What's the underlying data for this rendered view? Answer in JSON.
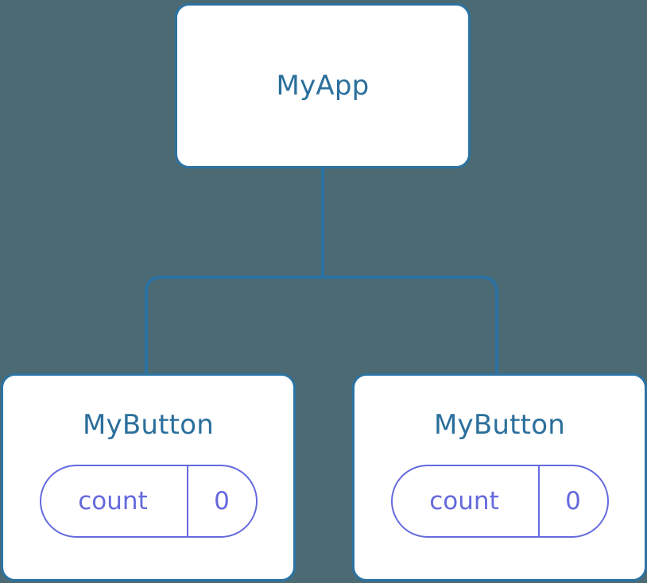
{
  "canvas": {
    "background_color": "#4b6a73",
    "node_fill_color": "#ffffff",
    "node_border_color": "#2b73a3",
    "node_title_color": "#2b6f9c",
    "connector_color": "#2b73a3",
    "state_accent_color": "#6569dd"
  },
  "tree": {
    "root": {
      "label": "MyApp",
      "children": [
        {
          "label": "MyButton",
          "state": {
            "key": "count",
            "value": "0"
          }
        },
        {
          "label": "MyButton",
          "state": {
            "key": "count",
            "value": "0"
          }
        }
      ]
    }
  },
  "edges": [
    {
      "from": "MyApp",
      "to": "MyButton-0"
    },
    {
      "from": "MyApp",
      "to": "MyButton-1"
    }
  ]
}
